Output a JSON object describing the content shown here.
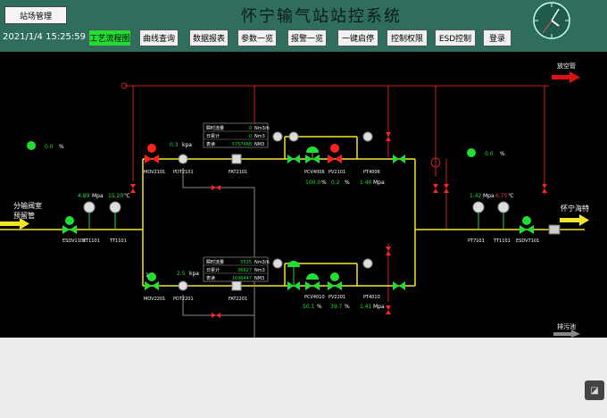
{
  "header": {
    "station_mgmt": "站场管理",
    "title": "怀宁输气站站控系统",
    "datetime": "2021/1/4 15:25:59",
    "nav": [
      "工艺流程图",
      "曲线查询",
      "数据报表",
      "参数一览",
      "报警一览",
      "一键启停",
      "控制权限",
      "ESD控制",
      "登录"
    ]
  },
  "diagram": {
    "vent_label": "放空管",
    "inlet_label_1": "分输阀室",
    "inlet_label_2": "预留管",
    "outlet_label": "怀宁海特",
    "drain_label": "排污池",
    "gauge_top": {
      "value": "0.0",
      "unit": "%"
    },
    "gauge_right": {
      "value": "0.0",
      "unit": "%"
    },
    "pt1101": {
      "value": "4.89",
      "unit": "Mpa"
    },
    "tt1101": {
      "value": "15.20",
      "unit": "℃"
    },
    "pt1101_label": "PT1101",
    "tt1101_label": "TT1101",
    "esdv1101_label": "ESDV1101",
    "pt7101": {
      "value": "1.42",
      "unit": "Mpa"
    },
    "tt7101": {
      "value": "6.75",
      "unit": "℃"
    },
    "pt7101_label": "PT7101",
    "tt7101_label": "TT1101",
    "esdv7101_label": "ESDV7101",
    "line1": {
      "pressure": "0.3",
      "pressure_unit": "kpa",
      "mov_label": "MOV2101",
      "pdt_label": "PDT2101",
      "fat_label": "FAT2101",
      "flow_labels": [
        "瞬时流量",
        "日累计",
        "表读"
      ],
      "flow_values": [
        "0",
        "0",
        "5757488"
      ],
      "flow_units": [
        "Nm3/h",
        "Nm3",
        "NM3"
      ],
      "pcv_label": "PCV4006",
      "pv_label": "PV2101",
      "pt_label": "PT4006",
      "pcv_value": "100.0",
      "pv_value": "0.2",
      "pt_value": "1.40",
      "pt_unit": "Mpa",
      "pct": "%"
    },
    "line2": {
      "mov_value": "1",
      "pressure": "2.5",
      "pressure_unit": "kpa",
      "mov_label": "MOV2201",
      "pdt_label": "PDT2201",
      "fat_label": "FAT2201",
      "flow_labels": [
        "瞬时流量",
        "日累计",
        "表读"
      ],
      "flow_values": [
        "5535",
        "36627",
        "1696447"
      ],
      "flow_units": [
        "Nm3/h",
        "Nm3",
        "NM3"
      ],
      "pcv_label": "PCV4010",
      "pv_label": "PV2201",
      "pt_label": "PT4010",
      "pcv_value": "50.1",
      "pv_value": "39.7",
      "pt_value": "1.41",
      "pt_unit": "Mpa",
      "pct": "%"
    }
  },
  "colors": {
    "pipe": "#f5e52a",
    "vent": "#cc1f1f",
    "valve_open": "#22dd33",
    "valve_closed": "#ff2020",
    "panel_bg": "#2f6e5f",
    "canvas": "#000000"
  }
}
